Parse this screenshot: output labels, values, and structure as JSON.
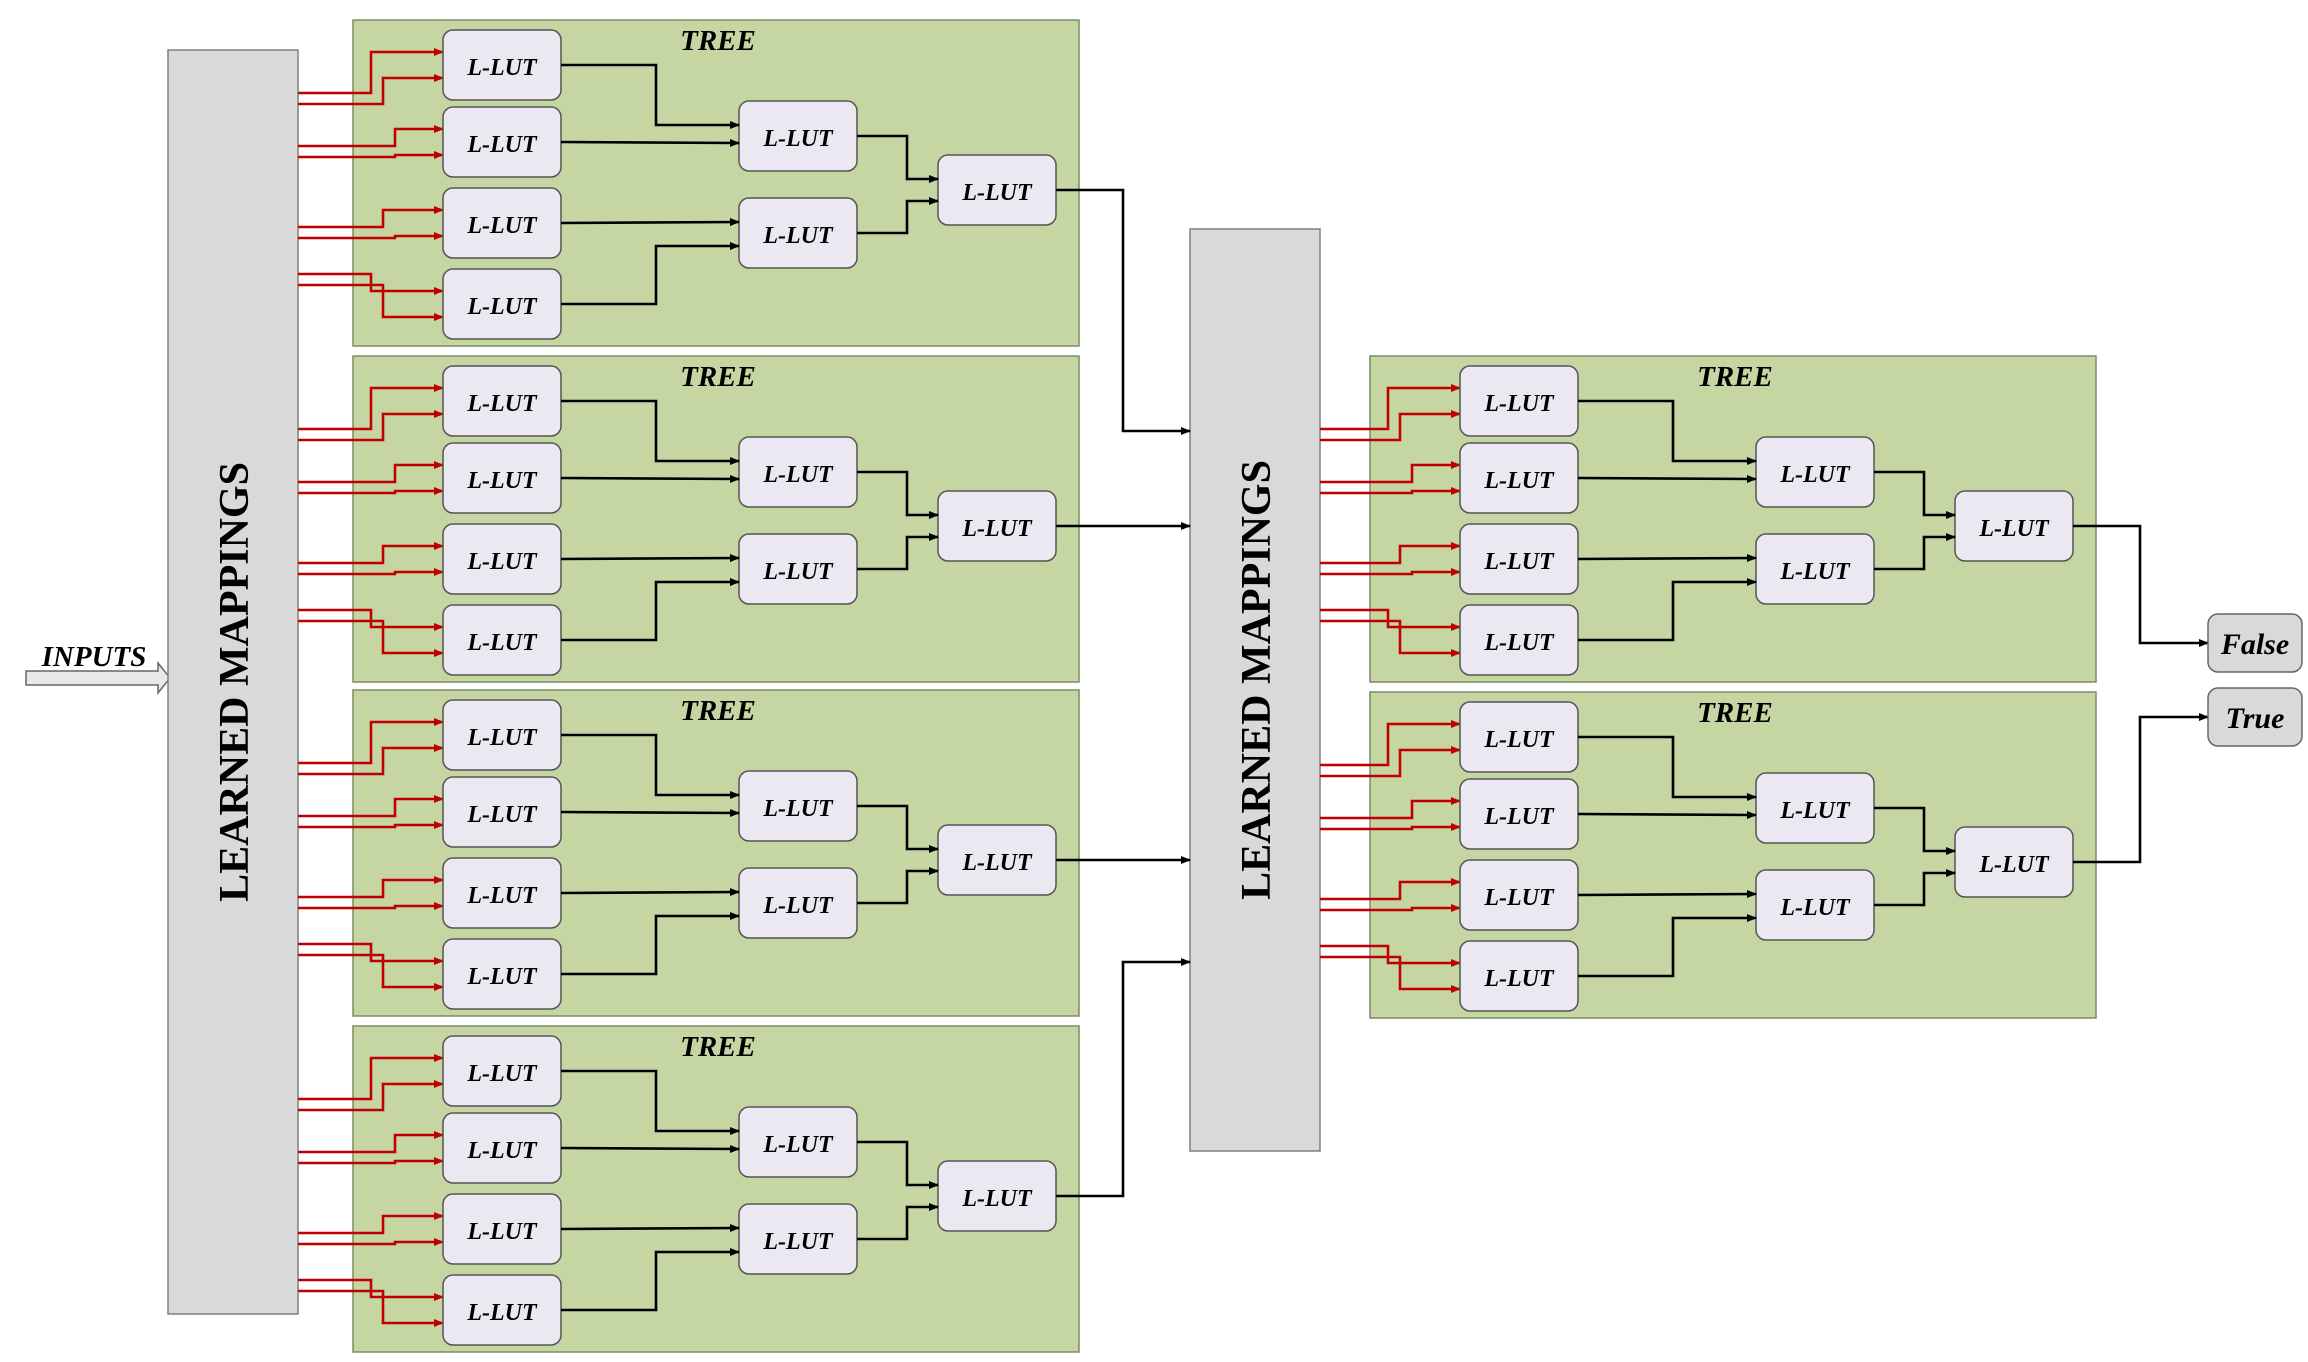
{
  "inputs_label": "INPUTS",
  "mapping_label": "LEARNED MAPPINGS",
  "tree_label": "TREE",
  "lut_label": "L-LUT",
  "outputs": [
    "False",
    "True"
  ],
  "colors": {
    "tree_background": "#c5d6a3",
    "tree_border": "#7b8a66",
    "mapping_fill": "#d9d9d9",
    "lut_fill": "#ebe8f1",
    "input_wire": "#c00000",
    "output_wire": "#000000",
    "output_box_fill": "#d9d9d9"
  }
}
